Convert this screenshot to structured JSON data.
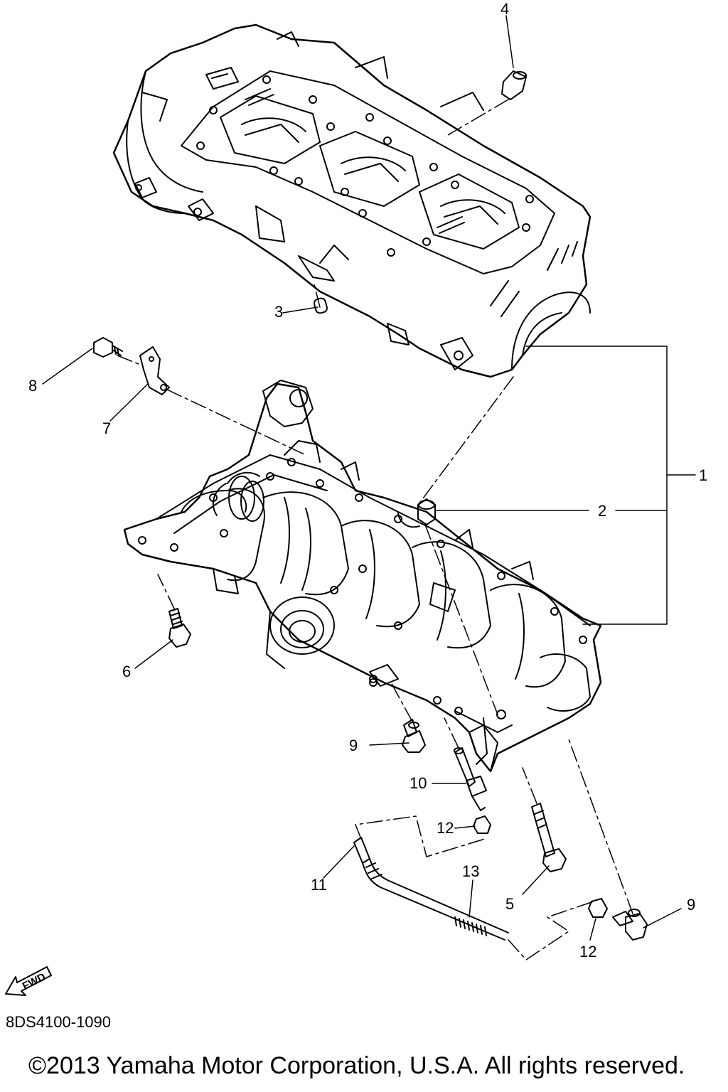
{
  "callouts": {
    "c1": "1",
    "c2": "2",
    "c3": "3",
    "c4": "4",
    "c5": "5",
    "c6": "6",
    "c7": "7",
    "c8": "8",
    "c9a": "9",
    "c9b": "9",
    "c10": "10",
    "c11": "11",
    "c12a": "12",
    "c12b": "12",
    "c13": "13"
  },
  "fwd_arrow": {
    "label": "FWD",
    "icon": "fwd-arrow-icon"
  },
  "drawing_code": "8DS4100-1090",
  "copyright": "©2013 Yamaha Motor Corporation, U.S.A. All rights reserved."
}
